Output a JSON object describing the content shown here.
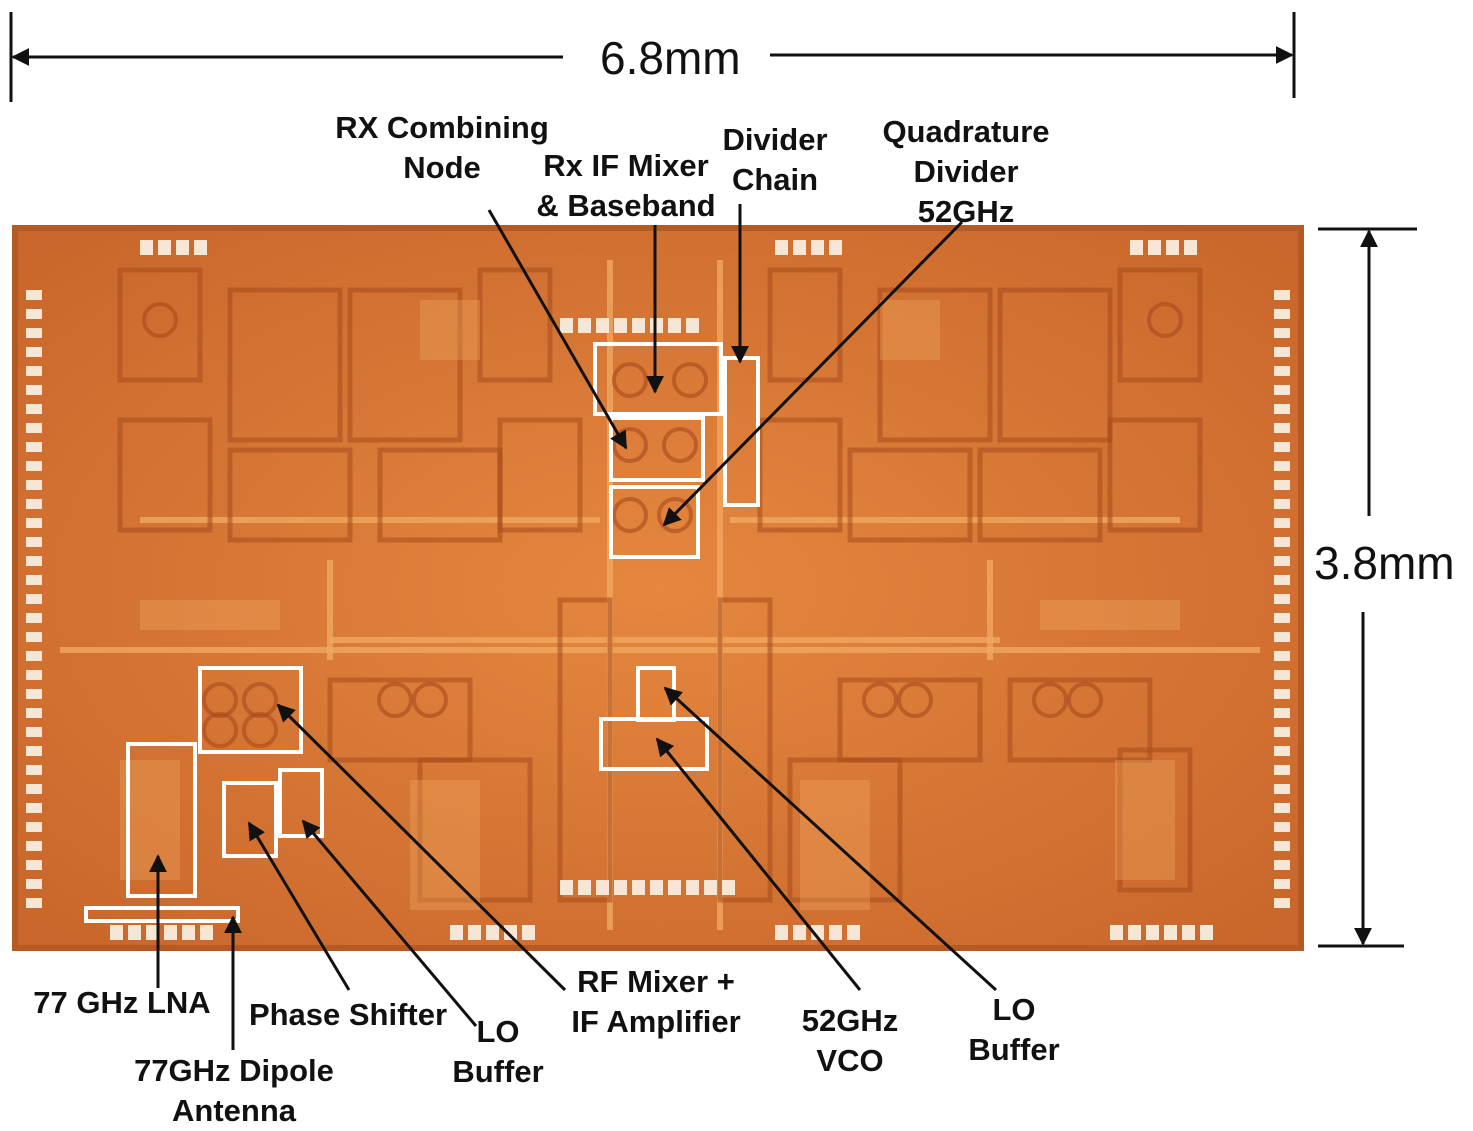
{
  "dimensions": {
    "width": "6.8mm",
    "height": "3.8mm"
  },
  "labels": {
    "rx_combining_node": [
      "RX Combining",
      "Node"
    ],
    "rx_if_mixer": [
      "Rx IF Mixer",
      "& Baseband"
    ],
    "divider_chain": [
      "Divider",
      "Chain"
    ],
    "quadrature_divider": [
      "Quadrature",
      "Divider",
      "52GHz"
    ],
    "lna": [
      "77 GHz LNA"
    ],
    "dipole_antenna": [
      "77GHz Dipole",
      "Antenna"
    ],
    "phase_shifter": [
      "Phase Shifter"
    ],
    "lo_buffer_left": [
      "LO",
      "Buffer"
    ],
    "rf_mixer": [
      "RF Mixer +",
      "IF Amplifier"
    ],
    "vco": [
      "52GHz",
      "VCO"
    ],
    "lo_buffer_right": [
      "LO",
      "Buffer"
    ]
  },
  "colors": {
    "die_base": "#d9783a",
    "die_light": "#f0a860",
    "die_dark": "#a84a1c",
    "pad": "#f6e6d6",
    "highlight_box": "#ffffff",
    "ink": "#111111"
  }
}
